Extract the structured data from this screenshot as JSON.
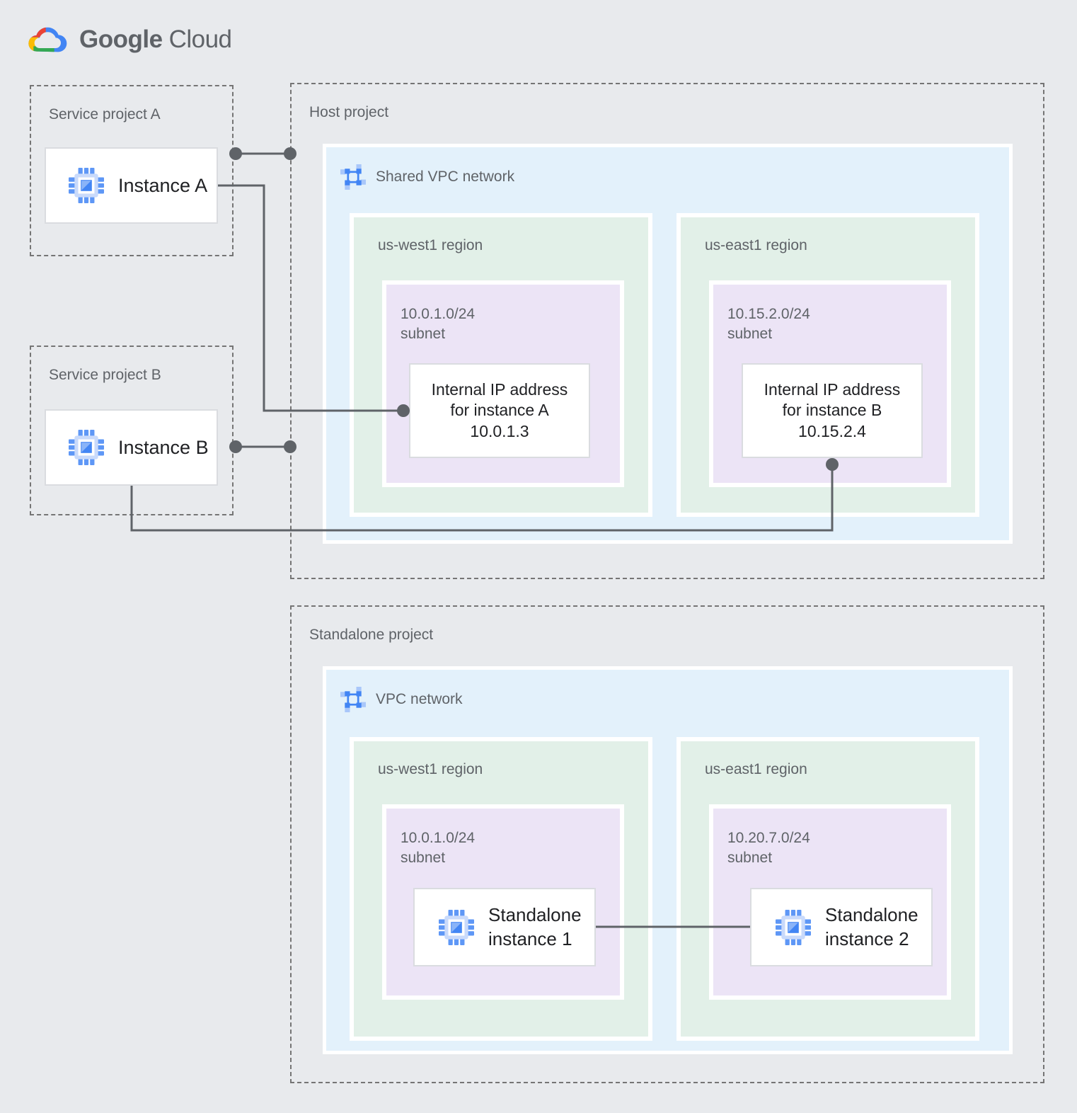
{
  "logo": {
    "brand": "Google",
    "product": "Cloud"
  },
  "service_project_a": {
    "label": "Service project A",
    "instance_label": "Instance A"
  },
  "service_project_b": {
    "label": "Service project B",
    "instance_label": "Instance B"
  },
  "host_project": {
    "label": "Host project",
    "network_label": "Shared VPC network",
    "west": {
      "region_label": "us-west1 region",
      "subnet_cidr": "10.0.1.0/24",
      "subnet_word": "subnet",
      "ip_line1": "Internal IP address",
      "ip_line2": "for instance A",
      "ip_line3": "10.0.1.3"
    },
    "east": {
      "region_label": "us-east1 region",
      "subnet_cidr": "10.15.2.0/24",
      "subnet_word": "subnet",
      "ip_line1": "Internal IP address",
      "ip_line2": "for instance B",
      "ip_line3": "10.15.2.4"
    }
  },
  "standalone_project": {
    "label": "Standalone project",
    "network_label": "VPC network",
    "west": {
      "region_label": "us-west1 region",
      "subnet_cidr": "10.0.1.0/24",
      "subnet_word": "subnet",
      "instance_line1": "Standalone",
      "instance_line2": "instance 1"
    },
    "east": {
      "region_label": "us-east1 region",
      "subnet_cidr": "10.20.7.0/24",
      "subnet_word": "subnet",
      "instance_line1": "Standalone",
      "instance_line2": "instance 2"
    }
  },
  "colors": {
    "background": "#E8EAED",
    "network_fill": "#E3F1FB",
    "region_fill": "#E2F0E8",
    "subnet_fill": "#ECE4F6",
    "connector": "#5F6368",
    "accent_blue": "#4285F4"
  }
}
